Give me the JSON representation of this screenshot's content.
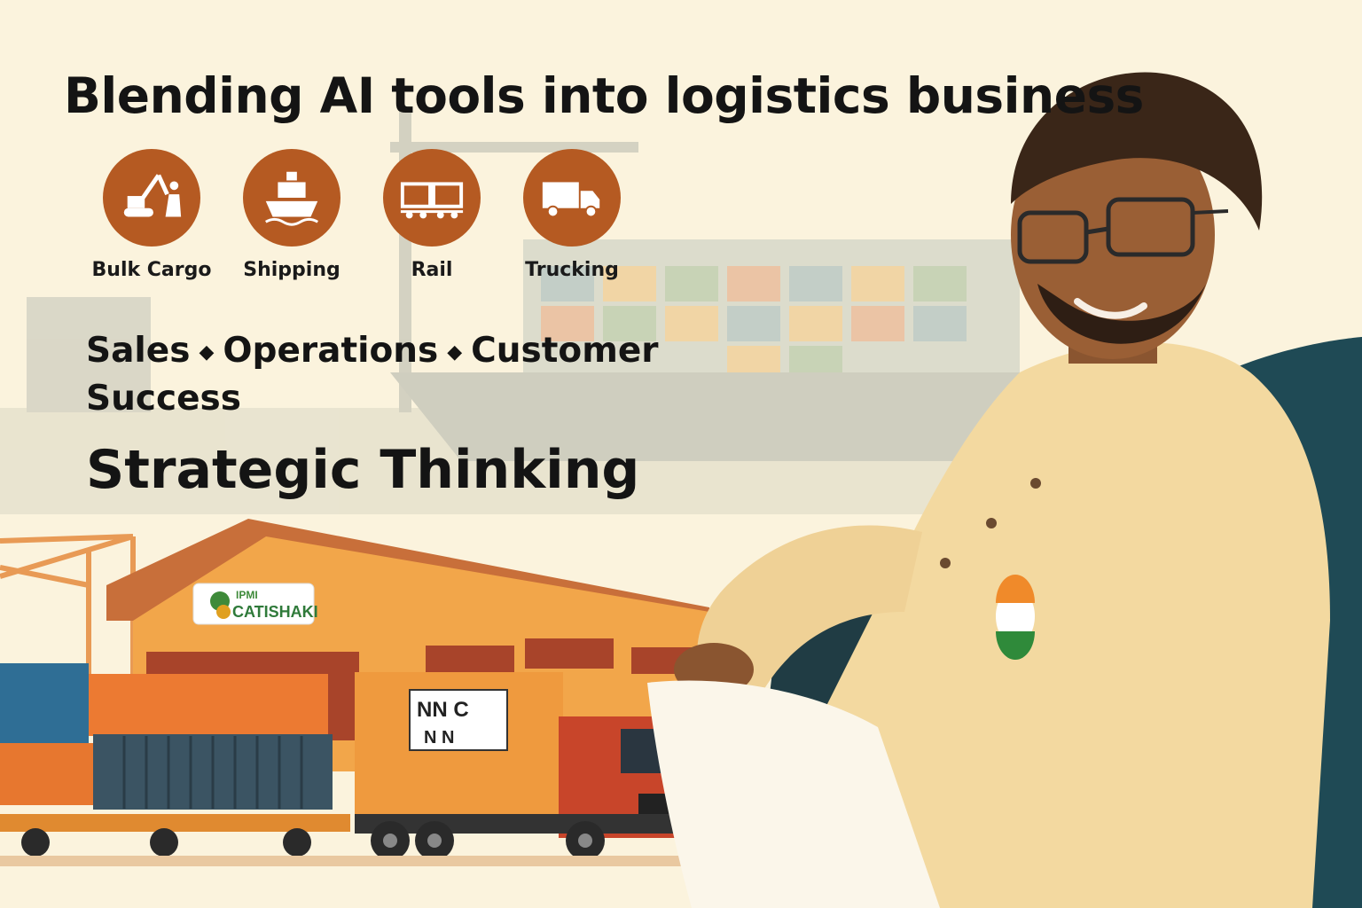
{
  "headline": "Blending AI tools into logistics business",
  "services": [
    {
      "label": "Bulk Cargo",
      "icon": "excavator-worker-icon"
    },
    {
      "label": "Shipping",
      "icon": "cargo-ship-icon"
    },
    {
      "label": "Rail",
      "icon": "rail-wagon-icon"
    },
    {
      "label": "Trucking",
      "icon": "truck-icon"
    }
  ],
  "roles": {
    "item1": "Sales",
    "item2": "Operations",
    "item3": "Customer Success",
    "separator": "◆"
  },
  "subheading": "Strategic Thinking",
  "warehouse_sign": {
    "line1": "IPMI",
    "line2": "CATISHAKI"
  },
  "truck_logo": {
    "line1": "NN C",
    "line2": "N  N"
  },
  "colors": {
    "background": "#fbf3dd",
    "accent": "#b55a22",
    "text": "#141414",
    "warehouse": "#f2a64a",
    "truck_cab": "#c8452a",
    "shirt": "#f3d9a0",
    "sofa": "#1f4a55"
  }
}
